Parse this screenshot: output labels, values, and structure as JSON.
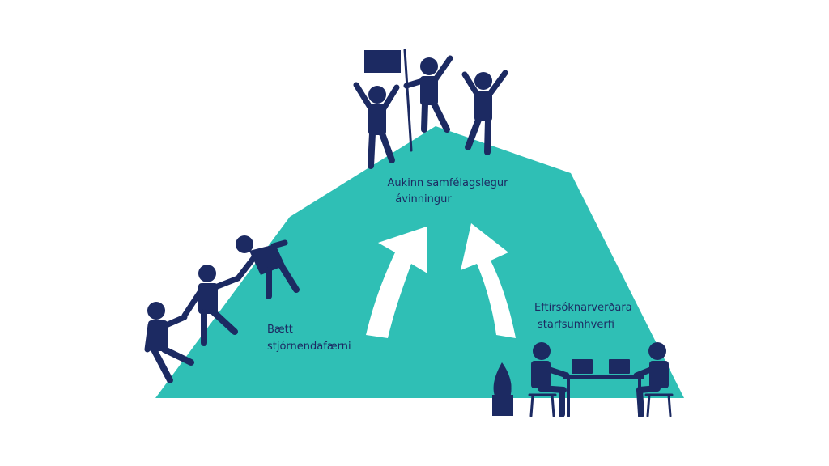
{
  "labels": {
    "summit_line1": "Aukinn samfélagslegur",
    "summit_line2": "ávinningur",
    "left_line1": "Bætt",
    "left_line2": "stjórnendafærni",
    "right_line1": "Eftirsóknarverðara",
    "right_line2": "starfsumhverfi"
  },
  "colors": {
    "mountain": "#2fbfb5",
    "figures": "#1c2a62",
    "arrows": "#ffffff",
    "background": "#ffffff"
  },
  "icons": [
    "flag-icon",
    "person-icon",
    "plant-icon",
    "laptop-icon",
    "desk-icon",
    "chair-icon",
    "arrow-up-icon"
  ]
}
